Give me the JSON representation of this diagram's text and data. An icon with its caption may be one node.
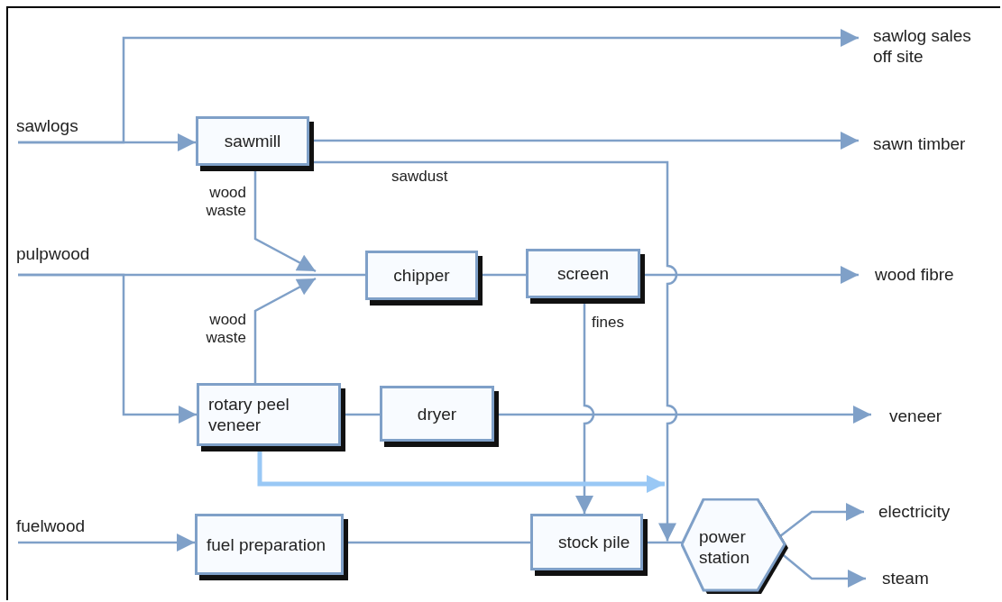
{
  "diagram": {
    "nodes": [
      {
        "text": [
          "sawlogs"
        ]
      },
      {
        "text": [
          "sawmill"
        ]
      },
      {
        "text": [
          "pulpwood"
        ]
      },
      {
        "text": [
          "chipper"
        ]
      },
      {
        "text": [
          "screen"
        ]
      },
      {
        "text": [
          "rotary peel veneer"
        ]
      },
      {
        "text": [
          "dryer"
        ]
      },
      {
        "text": [
          "fuelwood"
        ]
      },
      {
        "text": [
          "fuel preparation"
        ]
      },
      {
        "text": [
          "stock pile"
        ]
      },
      {
        "text": [
          "power station"
        ]
      },
      {
        "text": [
          "sawlog sales off site"
        ]
      },
      {
        "text": [
          "sawn timber"
        ]
      },
      {
        "text": [
          "wood fibre"
        ]
      },
      {
        "text": [
          "veneer"
        ]
      },
      {
        "text": [
          "electricity"
        ]
      },
      {
        "text": [
          "steam"
        ]
      }
    ],
    "edges": [
      {
        "from": 0,
        "to": 11,
        "arrow": "to"
      },
      {
        "from": 0,
        "to": 1,
        "arrow": "to"
      },
      {
        "from": 1,
        "to": 12,
        "arrow": "to"
      },
      {
        "from": 1,
        "to": 10,
        "arrow": "to",
        "label": "sawdust"
      },
      {
        "from": 1,
        "to": null,
        "arrow": "to",
        "label": "wood waste"
      },
      {
        "from": 2,
        "to": 3,
        "arrow": "none"
      },
      {
        "from": 2,
        "to": 5,
        "arrow": "to"
      },
      {
        "from": 5,
        "to": null,
        "arrow": "to",
        "label": "wood waste"
      },
      {
        "from": 3,
        "to": 4,
        "arrow": "none"
      },
      {
        "from": 4,
        "to": 13,
        "arrow": "to"
      },
      {
        "from": 4,
        "to": 9,
        "arrow": "to",
        "label": "fines"
      },
      {
        "from": 5,
        "to": 6,
        "arrow": "none"
      },
      {
        "from": 6,
        "to": 14,
        "arrow": "to"
      },
      {
        "from": 5,
        "to": null,
        "arrow": "to",
        "style": "thick",
        "color": "#99c8f5"
      },
      {
        "from": 7,
        "to": 8,
        "arrow": "to"
      },
      {
        "from": 8,
        "to": 9,
        "arrow": "none"
      },
      {
        "from": 9,
        "to": 10,
        "arrow": "none"
      },
      {
        "from": 10,
        "to": 15,
        "arrow": "to"
      },
      {
        "from": 10,
        "to": 16,
        "arrow": "to"
      }
    ]
  }
}
